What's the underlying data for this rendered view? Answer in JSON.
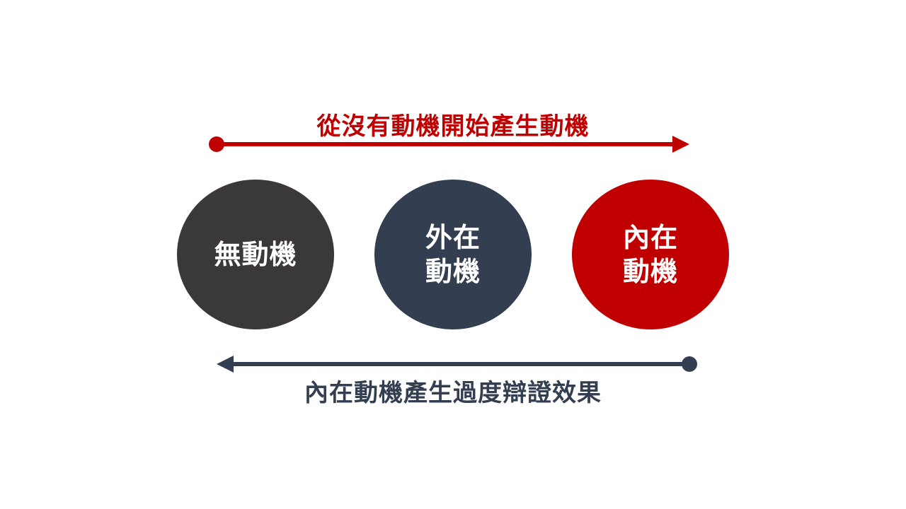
{
  "top_arrow": {
    "label": "從沒有動機開始產生動機",
    "color": "#c00000"
  },
  "bottom_arrow": {
    "label": "內在動機產生過度辯證效果",
    "color": "#333f50"
  },
  "stages": [
    {
      "line1": "無動機",
      "line2": "",
      "color": "#3b3838"
    },
    {
      "line1": "外在",
      "line2": "動機",
      "color": "#333f50"
    },
    {
      "line1": "內在",
      "line2": "動機",
      "color": "#c00000"
    }
  ]
}
